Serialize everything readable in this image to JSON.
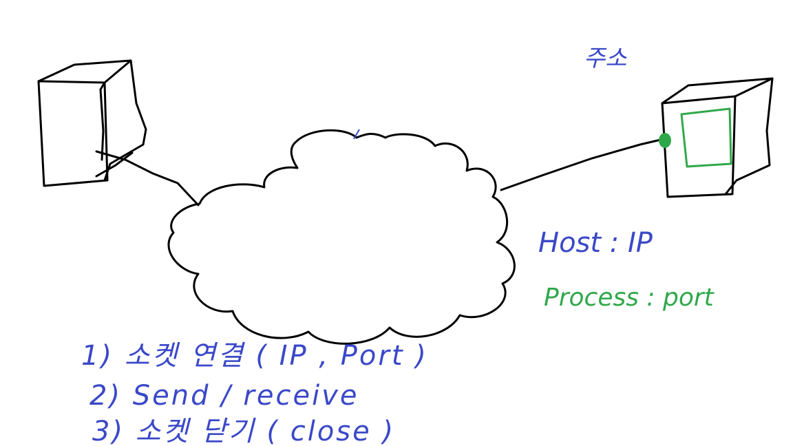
{
  "labels": {
    "address": "주소",
    "host": "Host : IP",
    "process": "Process : port"
  },
  "steps": [
    "1) 소켓 연결 ( IP , Port )",
    "2) Send / receive",
    "3) 소켓 닫기 ( close )"
  ],
  "colors": {
    "ink": "#000000",
    "blue": "#3a48c8",
    "green": "#2fa84a"
  }
}
